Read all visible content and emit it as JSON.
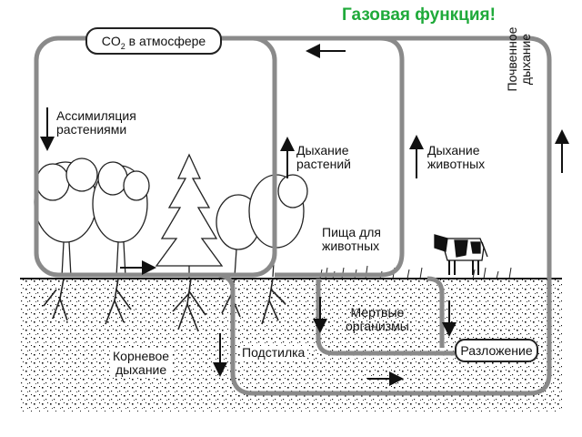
{
  "title": "Газовая функция!",
  "co2_box": {
    "prefix": "CO",
    "subscript": "2",
    "suffix": " в атмосфере"
  },
  "labels": {
    "assimilation": [
      "Ассимиляция",
      "растениями"
    ],
    "plant_respiration": [
      "Дыхание",
      "растений"
    ],
    "animal_respiration": [
      "Дыхание",
      "животных"
    ],
    "soil_respiration": [
      "Почвенное",
      "дыхание"
    ],
    "food_for_animals": [
      "Пища для",
      "животных"
    ],
    "dead_organisms": [
      "Мертвые",
      "организмы"
    ],
    "litter": "Подстилка",
    "root_respiration": [
      "Корневое",
      "дыхание"
    ],
    "decomposition": "Разложение"
  },
  "colors": {
    "title": "#1faa3a",
    "cycle_line": "#8a8a8a",
    "ink": "#111111"
  }
}
